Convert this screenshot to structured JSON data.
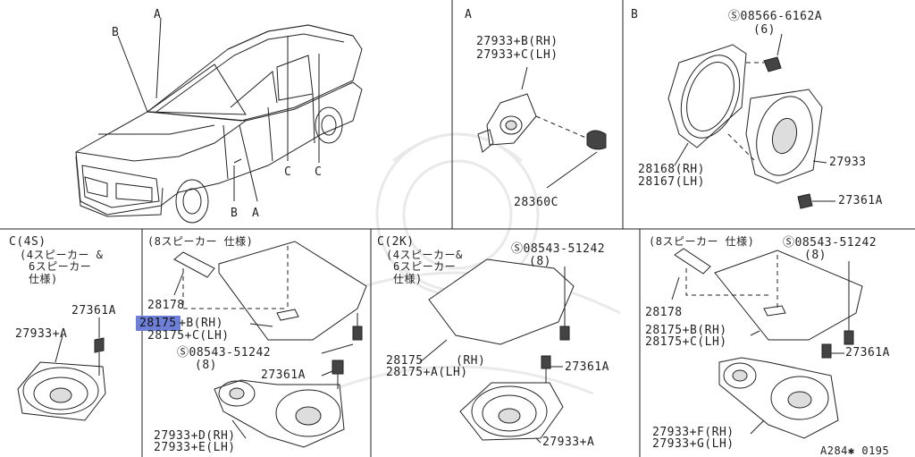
{
  "diagram_code": "A284✱ 0195",
  "sections": {
    "top_a": {
      "title": "A"
    },
    "top_b": {
      "title": "B"
    },
    "c4s": {
      "title": "C(4S)",
      "note1": "(4スピーカー &",
      "note2": "6スピーカー",
      "note3": "仕様)"
    },
    "c8": {
      "title": "(8スピーカー 仕様)"
    },
    "c2k": {
      "title": "C(2K)",
      "note1": "(4スピーカー&",
      "note2": "6スピーカー",
      "note3": "仕様)"
    },
    "c8b": {
      "title": "(8スピーカー 仕様)"
    }
  },
  "car_callouts": {
    "a_top": "A",
    "b_top": "B",
    "c1": "C",
    "c2": "C",
    "b_bottom": "B",
    "a_bottom": "A"
  },
  "parts": {
    "a_27933b": "27933+B(RH)",
    "a_27933c": "27933+C(LH)",
    "a_28360c": "28360C",
    "b_screw": "Ⓢ08566-6162A",
    "b_screw_qty": "(6)",
    "b_28168": "28168(RH)",
    "b_28167": "28167(LH)",
    "b_27933": "27933",
    "b_27361a": "27361A",
    "c4s_27361a": "27361A",
    "c4s_27933a": "27933+A",
    "c8_28178": "28178",
    "c8_28175b_num": "28175",
    "c8_28175b_suf": "+B(RH)",
    "c8_28175c": "28175+C(LH)",
    "c8_screw": "Ⓢ08543-51242",
    "c8_screw_qty": "(8)",
    "c8_27361a": "27361A",
    "c8_27933d": "27933+D(RH)",
    "c8_27933e": "27933+E(LH)",
    "c2k_screw": "Ⓢ08543-51242",
    "c2k_screw_qty": "(8)",
    "c2k_28175": "28175",
    "c2k_28175_rh": "(RH)",
    "c2k_28175a": "28175+A(LH)",
    "c2k_27361a": "27361A",
    "c2k_27933a": "27933+A",
    "c8b_screw": "Ⓢ08543-51242",
    "c8b_screw_qty": "(8)",
    "c8b_28178": "28178",
    "c8b_28175b": "28175+B(RH)",
    "c8b_28175c": "28175+C(LH)",
    "c8b_27361a": "27361A",
    "c8b_27933f": "27933+F(RH)",
    "c8b_27933g": "27933+G(LH)"
  }
}
